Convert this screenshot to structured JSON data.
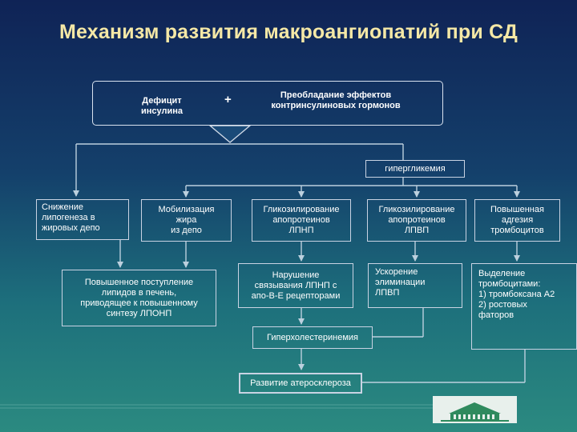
{
  "title": "Механизм развития макроангиопатий при СД",
  "nodes": {
    "deficit": "Дефицит\nинсулина",
    "plus": "+",
    "prevalence": "Преобладание эффектов\nконтринсулиновых гормонов",
    "hyperglycemia": "гипергликемия",
    "lipogenesis": "Снижение\nлипогенеза в\nжировых депо",
    "fat_mobilization": "Мобилизация\nжира\nиз депо",
    "glycosylation_ldl": "Гликозилирование\nапопротеинов\nЛПНП",
    "glycosylation_hdl": "Гликозилирование\nапопротеинов\nЛПВП",
    "platelet_adhesion": "Повышенная\nадгезия\nтромбоцитов",
    "lipid_inflow": "Повышенное поступление\nлипидов в печень,\nприводящее к повышенному\nсинтезу ЛПОНП",
    "ldl_binding": "Нарушение\nсвязывания ЛПНП с\nапо-В-Е рецепторами",
    "hdl_elimination": "Ускорение\nэлиминации\nЛПВП",
    "platelet_release": "Выделение\nтромбоцитами:\n1) тромбоксана А2\n2)  ростовых\nфаторов",
    "hypercholesterolemia": "Гиперхолестеринемия",
    "atherosclerosis": "Развитие атеросклероза"
  },
  "colors": {
    "title": "#f5e8a6",
    "box_border": "#c9d3e3",
    "arrow": "#bcd0de"
  }
}
